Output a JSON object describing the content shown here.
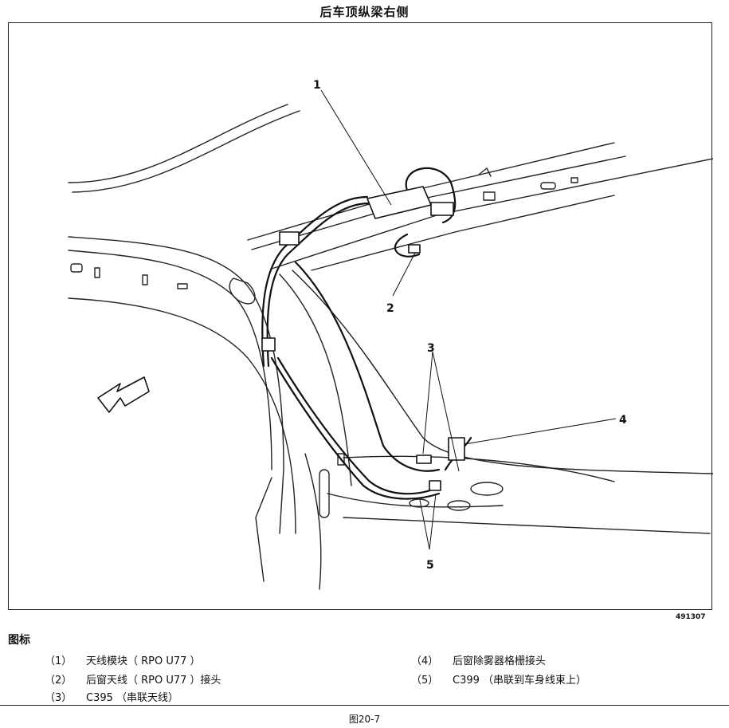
{
  "title": "后车顶纵梁右侧",
  "figure_id": "491307",
  "callouts": [
    "1",
    "2",
    "3",
    "4",
    "5"
  ],
  "legend": {
    "heading": "图标",
    "items": [
      {
        "num": "（1）",
        "text": "天线模块（ RPO U77 ）"
      },
      {
        "num": "（2）",
        "text": "后窗天线（ RPO U77 ）接头"
      },
      {
        "num": "（3）",
        "text": "C395 （串联天线）"
      },
      {
        "num": "（4）",
        "text": "后窗除雾器格栅接头"
      },
      {
        "num": "（5）",
        "text": "C399 （串联到车身线束上）"
      }
    ]
  },
  "caption": "图20-7"
}
